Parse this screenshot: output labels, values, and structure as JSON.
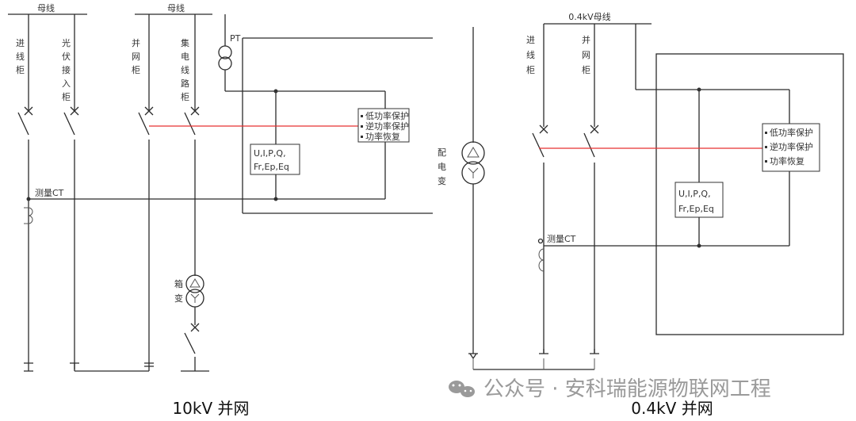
{
  "left": {
    "bus_label": "母线",
    "bus_label_2": "母线",
    "feeder_incoming": [
      "进",
      "线",
      "柜"
    ],
    "feeder_pv": [
      "光",
      "伏",
      "接",
      "入",
      "柜"
    ],
    "feeder_grid": [
      "并",
      "网",
      "柜"
    ],
    "feeder_collector": [
      "集",
      "电",
      "线",
      "路",
      "柜"
    ],
    "pt_label": "PT",
    "ct_label": "测量CT",
    "box_transformer": [
      "箱",
      "变"
    ],
    "meter_line1": "U,I,P,Q,",
    "meter_line2": "Fr,Ep,Eq",
    "protection": [
      "低功率保护",
      "逆功率保护",
      "功率恢复"
    ],
    "caption": "10kV 并网"
  },
  "right": {
    "bus_label": "0.4kV母线",
    "feeder_incoming": [
      "进",
      "线",
      "柜"
    ],
    "feeder_grid": [
      "并",
      "网",
      "柜"
    ],
    "dist_transformer": [
      "配",
      "电",
      "变"
    ],
    "ct_label": "测量CT",
    "meter_line1": "U,I,P,Q,",
    "meter_line2": "Fr,Ep,Eq",
    "protection": [
      "低功率保护",
      "逆功率保护",
      "功率恢复"
    ],
    "caption": "0.4kV 并网"
  },
  "watermark": "公众号 · 安科瑞能源物联网工程"
}
